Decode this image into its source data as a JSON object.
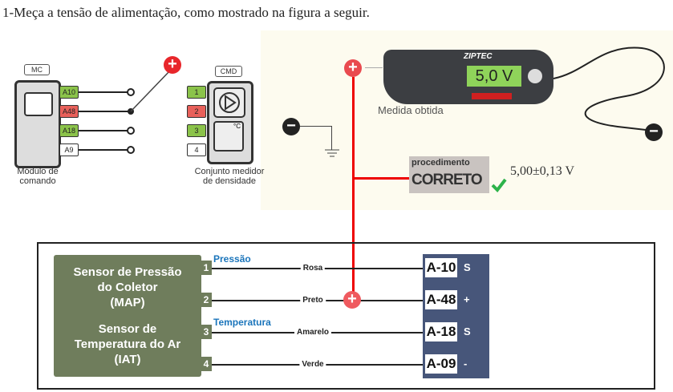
{
  "title": "1-Meça a tensão de alimentação, como mostrado na figura a seguir.",
  "mc": {
    "tag": "MC",
    "pins": [
      "A10",
      "A48",
      "A18",
      "A9"
    ],
    "label_1": "Módulo de",
    "label_2": "comando"
  },
  "cmd": {
    "tag": "CMD",
    "pins": [
      "1",
      "2",
      "3",
      "4"
    ],
    "label_1": "Conjunto medidor",
    "label_2": "de densidade",
    "temp_unit": "°C"
  },
  "meter": {
    "brand": "ZIPTEC",
    "reading": "5,0 V",
    "caption": "Medida obtida"
  },
  "badge": {
    "line1": "procedimento",
    "line2": "CORRETO"
  },
  "spec": "5,00±0,13 V",
  "symbols": {
    "plus": "+",
    "minus": "−"
  },
  "schematic": {
    "sensor_map": [
      "Sensor de Pressão",
      "do Coletor",
      "(MAP)"
    ],
    "sensor_iat": [
      "Sensor de",
      "Temperatura do Ar",
      "(IAT)"
    ],
    "group_pressure": "Pressão",
    "group_temperature": "Temperatura",
    "wires": [
      {
        "pin": "1",
        "color": "Rosa",
        "terminal": "A-10",
        "signal": "S"
      },
      {
        "pin": "2",
        "color": "Preto",
        "terminal": "A-48",
        "signal": "+"
      },
      {
        "pin": "3",
        "color": "Amarelo",
        "terminal": "A-18",
        "signal": "S"
      },
      {
        "pin": "4",
        "color": "Verde",
        "terminal": "A-09",
        "signal": "-"
      }
    ]
  }
}
